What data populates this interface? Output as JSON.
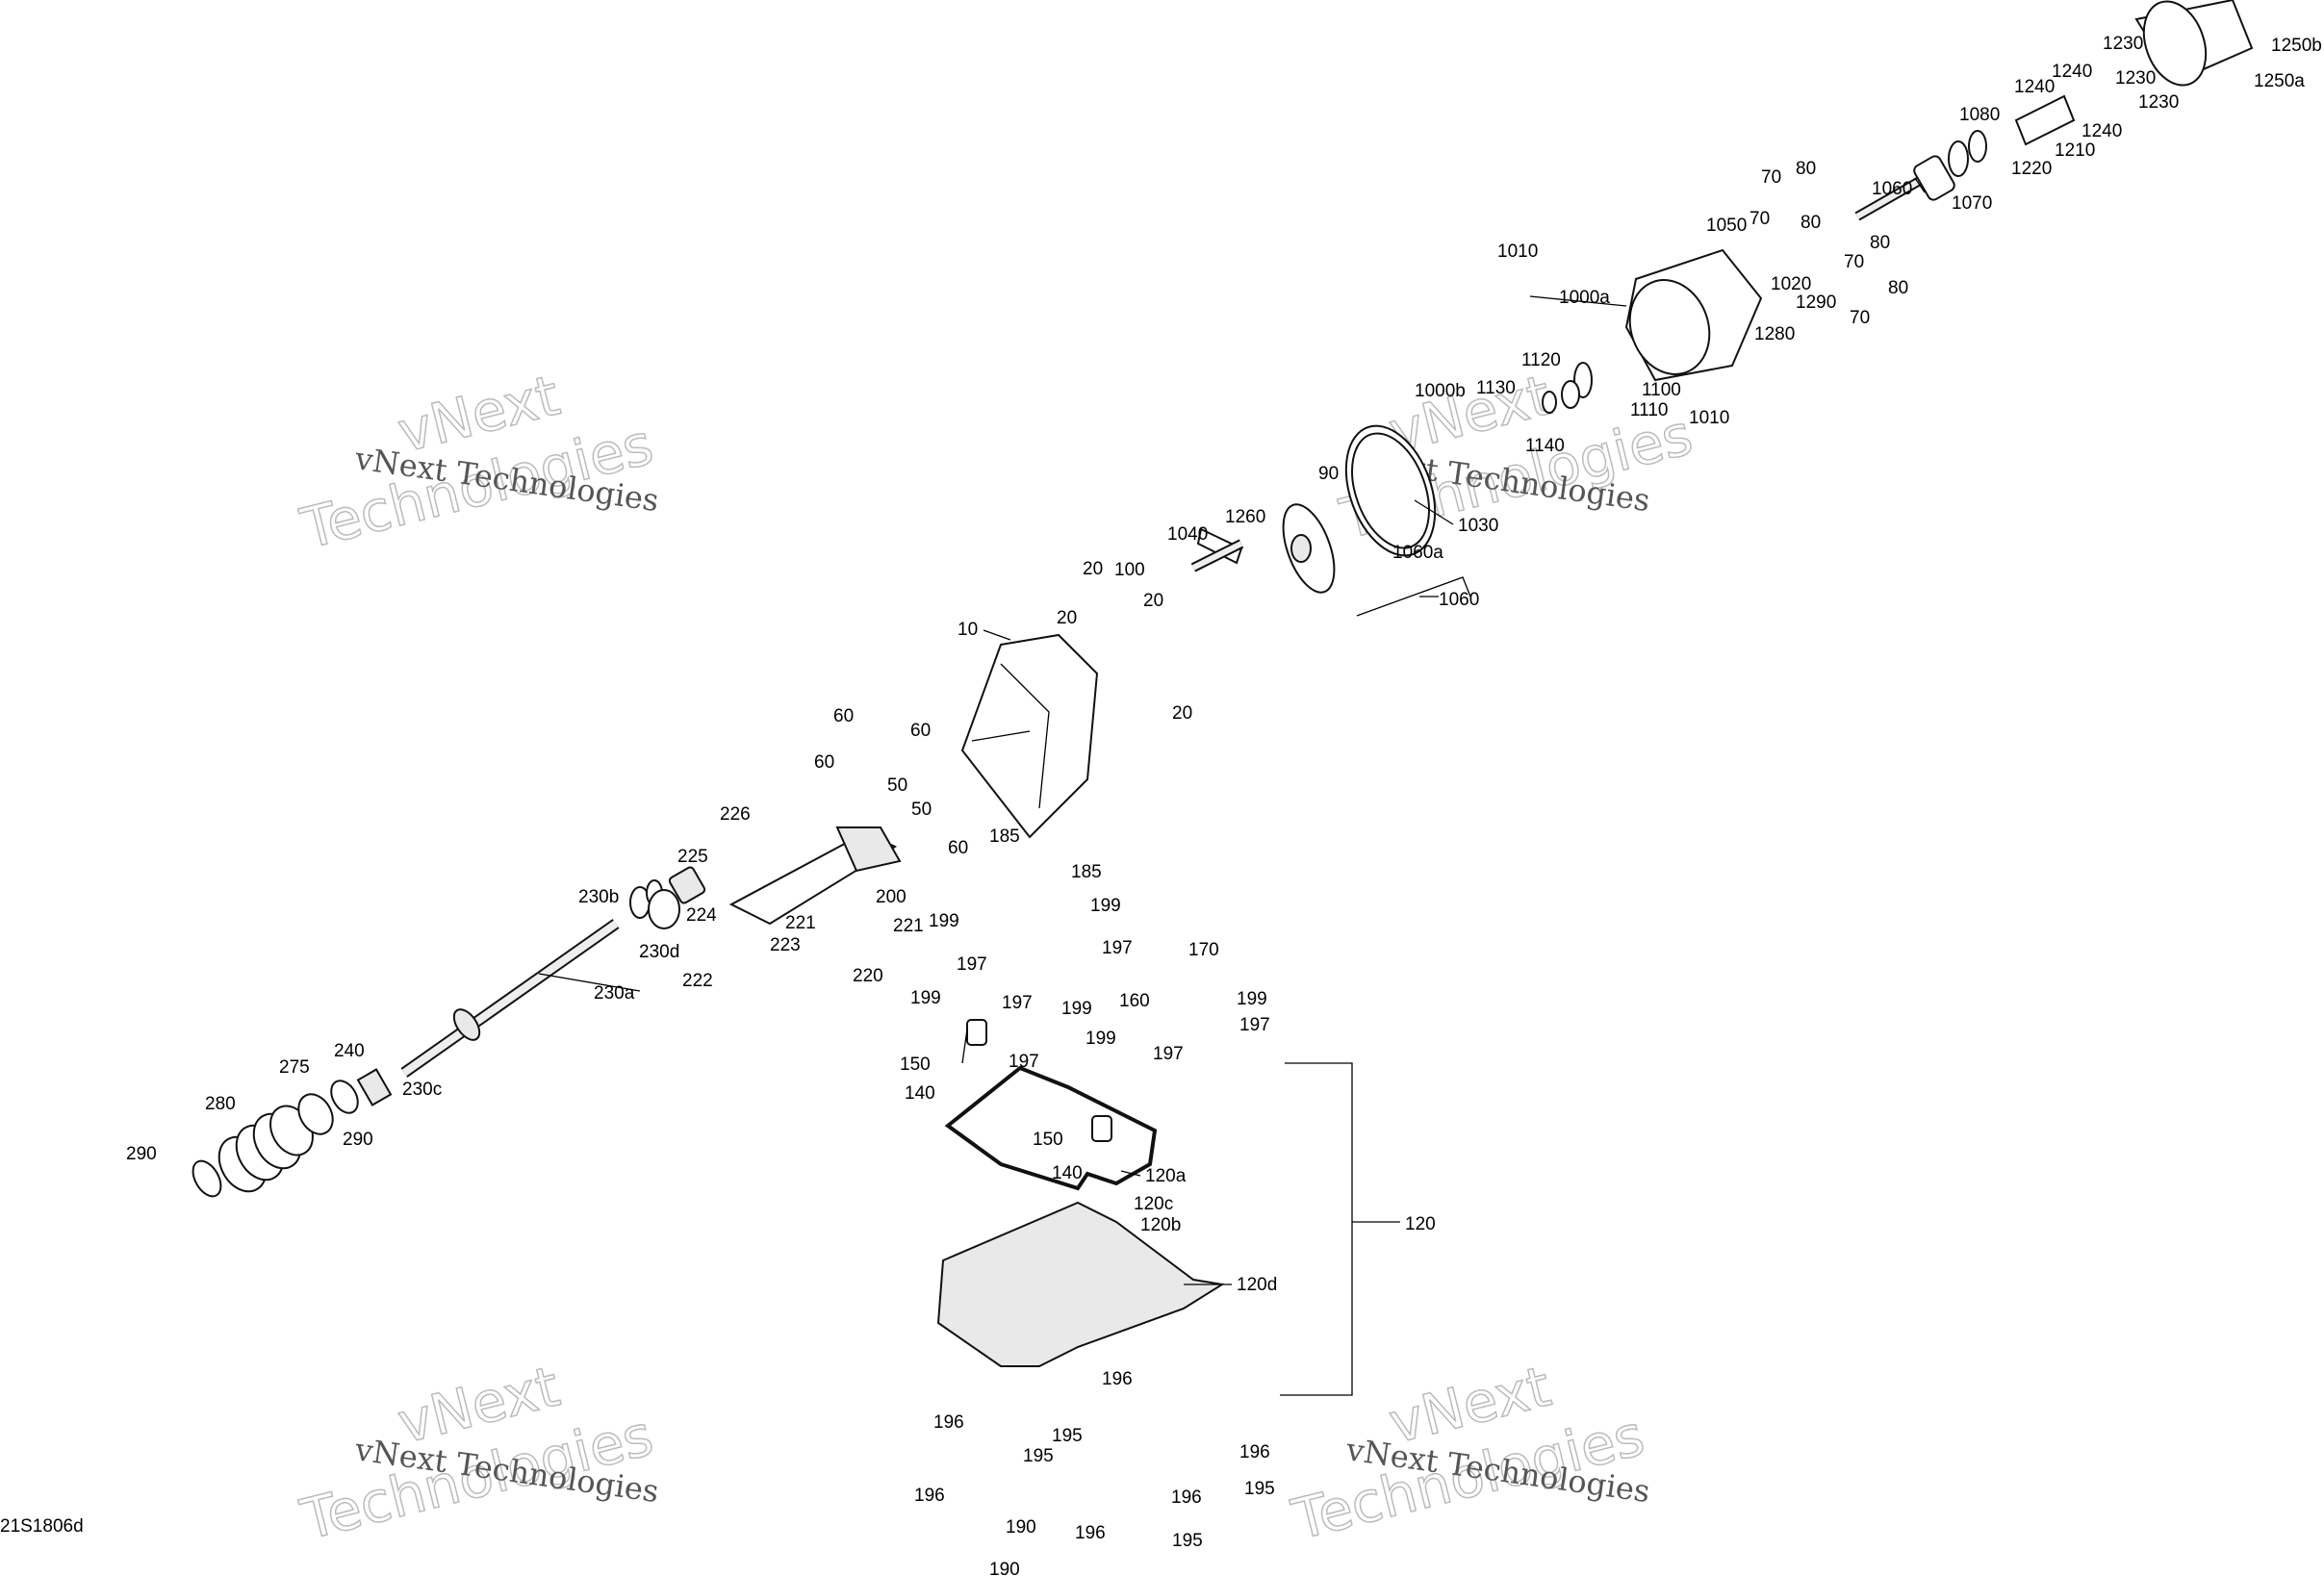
{
  "drawing_code": "21S1806d",
  "watermark": {
    "line1": "vNext Technologies",
    "line2": "vNext",
    "line3": "Technologies"
  },
  "callouts": [
    "10",
    "20",
    "50",
    "60",
    "70",
    "80",
    "90",
    "100",
    "120",
    "120a",
    "120b",
    "120c",
    "120d",
    "140",
    "150",
    "160",
    "170",
    "185",
    "190",
    "195",
    "196",
    "197",
    "199",
    "200",
    "220",
    "221",
    "222",
    "223",
    "224",
    "225",
    "226",
    "230a",
    "230b",
    "230c",
    "230d",
    "240",
    "275",
    "280",
    "290",
    "1000a",
    "1000b",
    "1010",
    "1020",
    "1030",
    "1040",
    "1050",
    "1060",
    "1060a",
    "1070",
    "1080",
    "1100",
    "1110",
    "1120",
    "1130",
    "1140",
    "1210",
    "1220",
    "1230",
    "1240",
    "1250a",
    "1250b",
    "1260",
    "1280",
    "1290"
  ]
}
